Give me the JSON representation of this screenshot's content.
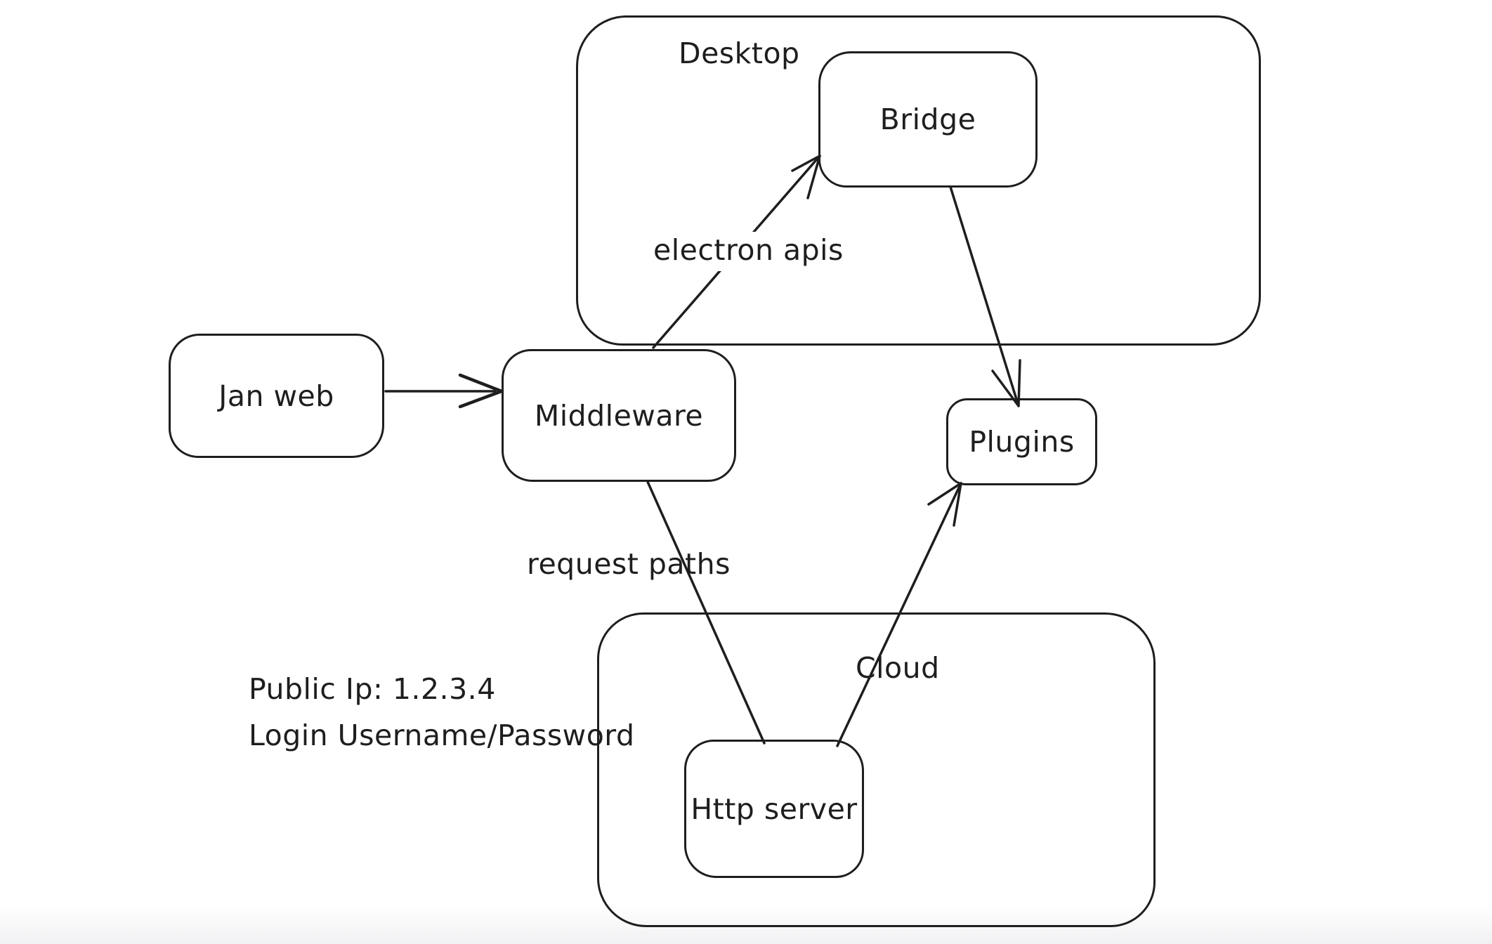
{
  "diagram": {
    "style": "hand-drawn whiteboard sketch",
    "stroke_color": "#1e1e1e",
    "background_color": "#ffffff"
  },
  "containers": {
    "desktop": {
      "label": "Desktop"
    },
    "cloud": {
      "label": "Cloud"
    }
  },
  "nodes": {
    "jan_web": {
      "label": "Jan web"
    },
    "middleware": {
      "label": "Middleware"
    },
    "bridge": {
      "label": "Bridge"
    },
    "plugins": {
      "label": "Plugins"
    },
    "http_server": {
      "label": "Http server"
    }
  },
  "edges": {
    "jan_web_to_middleware": {
      "label": "",
      "from": "Jan web",
      "to": "Middleware",
      "arrow": true
    },
    "middleware_to_bridge": {
      "label": "electron apis",
      "from": "Middleware",
      "to": "Bridge",
      "arrow": true
    },
    "bridge_to_plugins": {
      "label": "",
      "from": "Bridge",
      "to": "Plugins",
      "arrow": true
    },
    "middleware_to_http_server": {
      "label": "request paths",
      "from": "Middleware",
      "to": "Http server",
      "arrow": false
    },
    "http_server_to_plugins": {
      "label": "",
      "from": "Http server",
      "to": "Plugins",
      "arrow": true
    }
  },
  "notes": {
    "public_ip": "Public Ip: 1.2.3.4",
    "login": "Login Username/Password"
  }
}
